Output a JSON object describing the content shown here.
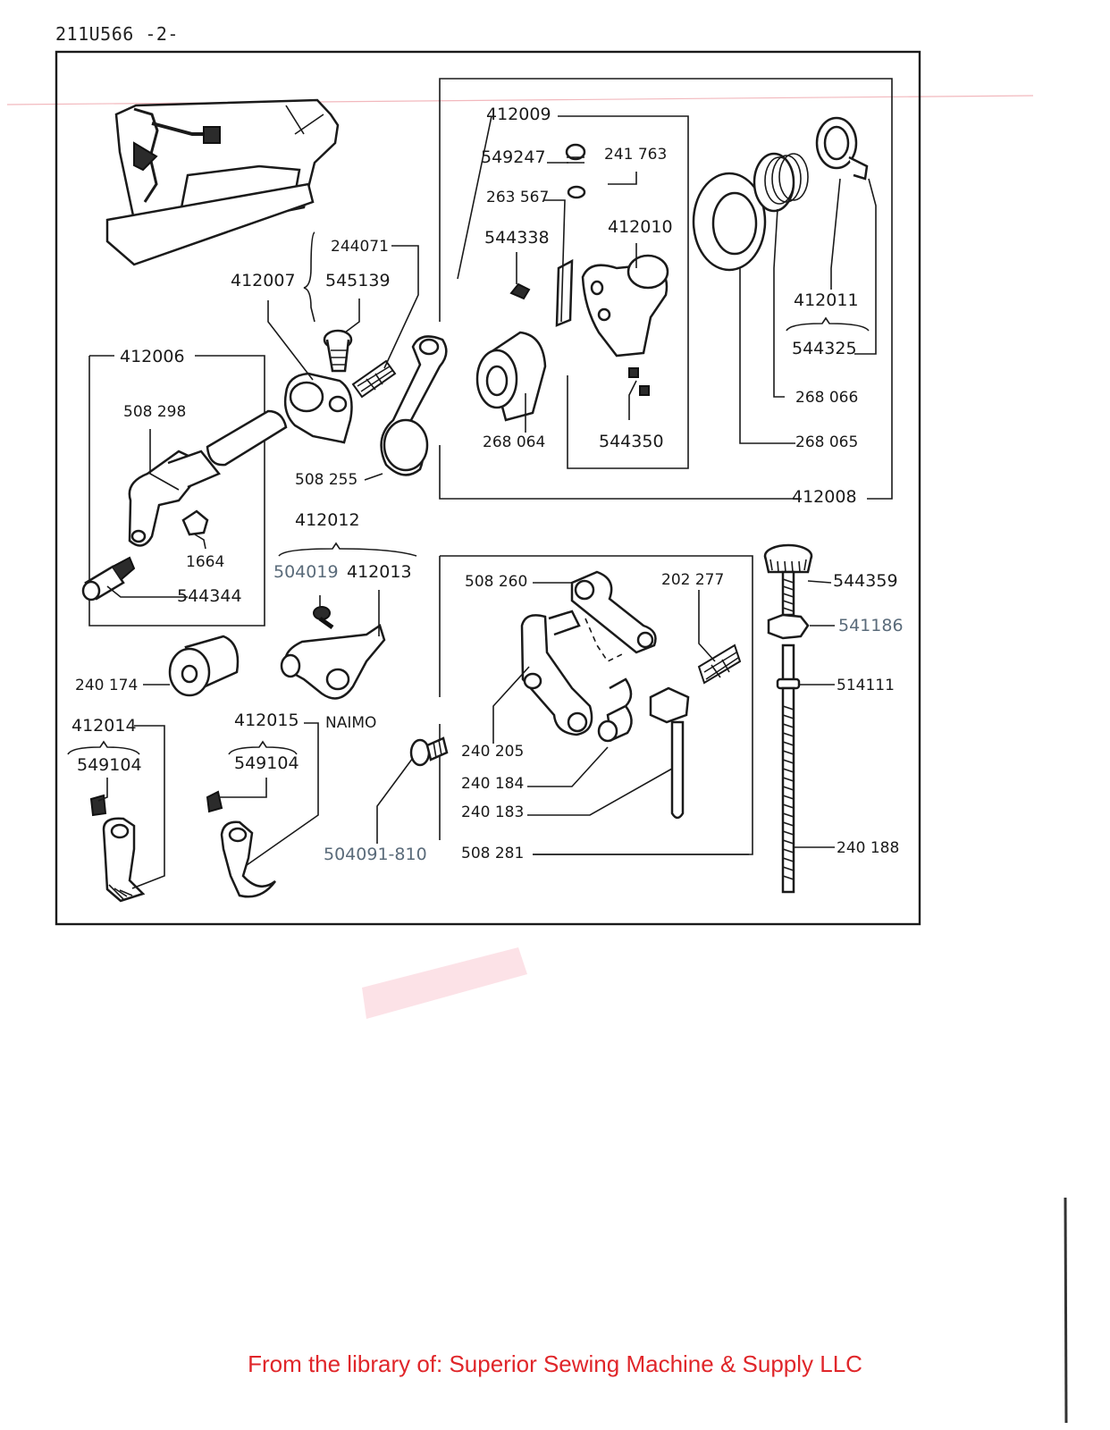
{
  "document": {
    "ref": "211U566  -2-",
    "footer": "From the library of: Superior Sewing Machine & Supply LLC"
  },
  "colors": {
    "ink": "#1a1a1a",
    "footer_text": "#e0262a",
    "faded_label": "#5a6b7a",
    "guide_line": "#f2b8bd"
  },
  "labels": {
    "l244071": "244071",
    "l412007": "412007",
    "l545139": "545139",
    "l412006": "412006",
    "l508298": "508 298",
    "l508255": "508 255",
    "l1664": "1664",
    "l544344": "544344",
    "l412012": "412012",
    "l504019": "504019",
    "l412013": "412013",
    "l240174": "240 174",
    "l412014": "412014",
    "l549104a": "549104",
    "l412015": "412015",
    "lnaimo": "NAIMO",
    "l549104b": "549104",
    "l504091": "504091-810",
    "l412009": "412009",
    "l549247": "549247",
    "l241763": "241 763",
    "l263567": "263 567",
    "l544338": "544338",
    "l412010": "412010",
    "l268064": "268 064",
    "l544350": "544350",
    "l412011": "412011",
    "l544325": "544325",
    "l268066": "268 066",
    "l268065": "268 065",
    "l412008": "412008",
    "l508260": "508 260",
    "l202277": "202 277",
    "l240205": "240 205",
    "l240184": "240 184",
    "l240183": "240 183",
    "l508281": "508 281",
    "l544359": "544359",
    "l541186": "541186",
    "l514111": "514111",
    "l240188": "240 188"
  }
}
